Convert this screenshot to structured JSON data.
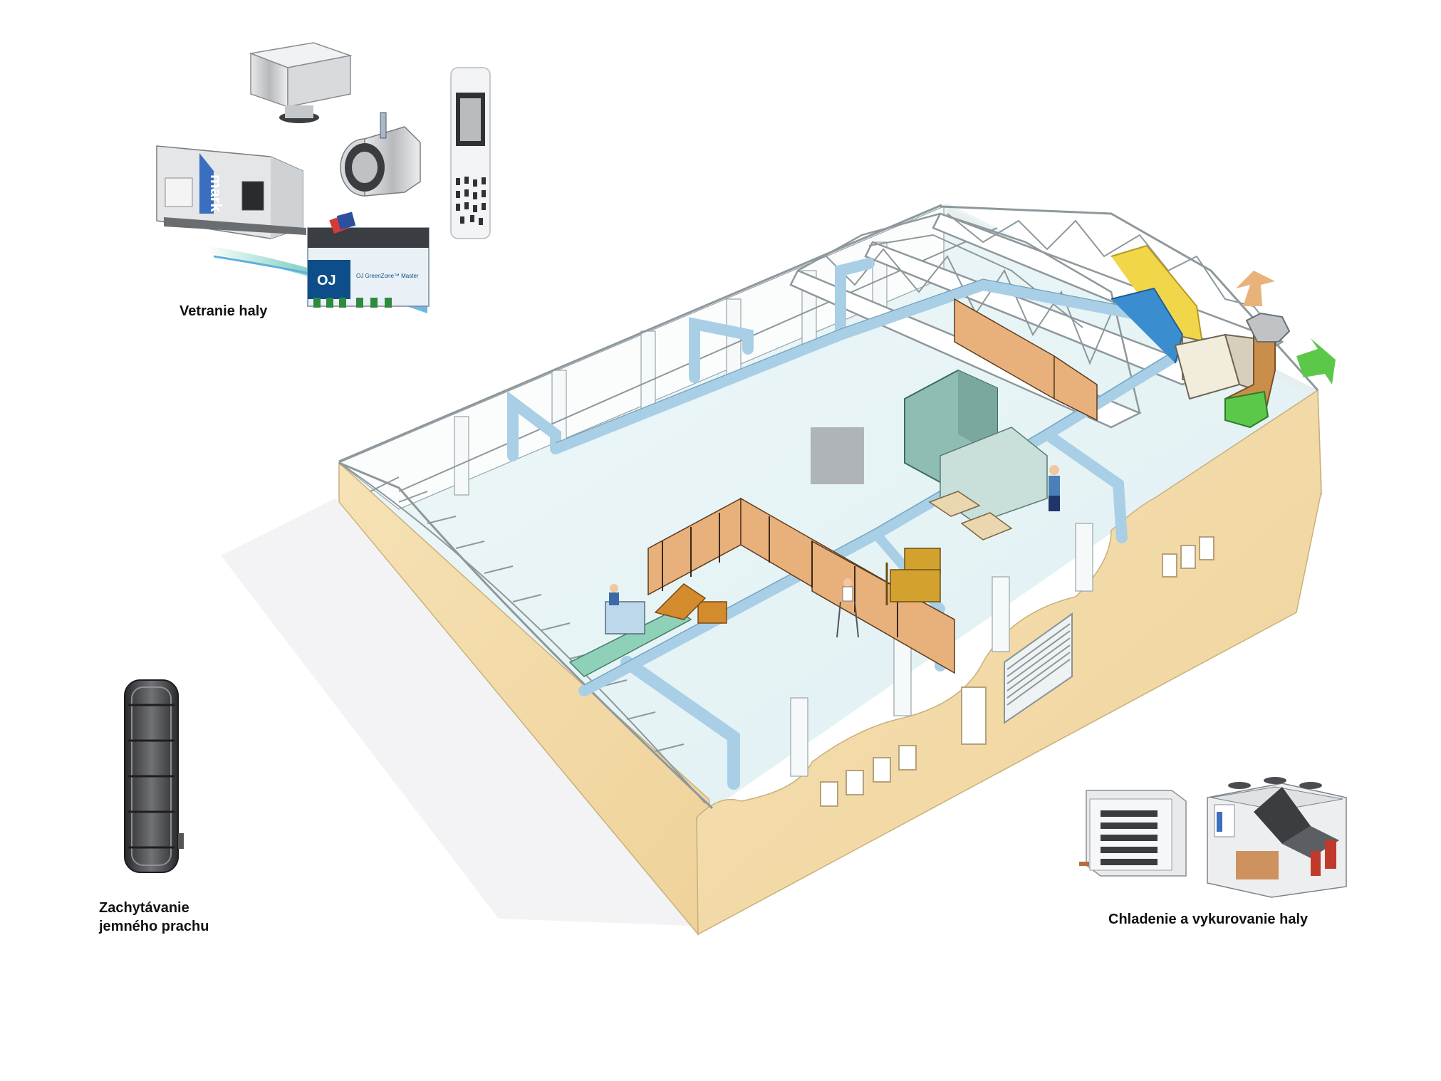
{
  "captions": {
    "ventilation": "Vetranie haly",
    "dust_line1": "Zachytávanie",
    "dust_line2": "jemného prachu",
    "cooling": "Chladenie a vykurovanie haly"
  },
  "product_labels": {
    "brand": "mark",
    "controller": "OJ GreenZone™ Master",
    "controller_logo": "OJ"
  },
  "colors": {
    "duct": "#a9cfe6",
    "wall": "#f3dca8",
    "floor": "#e8f4f6",
    "truss": "#ffffff",
    "supply_air": "#f2d64a",
    "fresh_air_arrow": "#5cc84a",
    "exhaust_arrow": "#e8b27a",
    "shelving": "#e8b07a"
  }
}
